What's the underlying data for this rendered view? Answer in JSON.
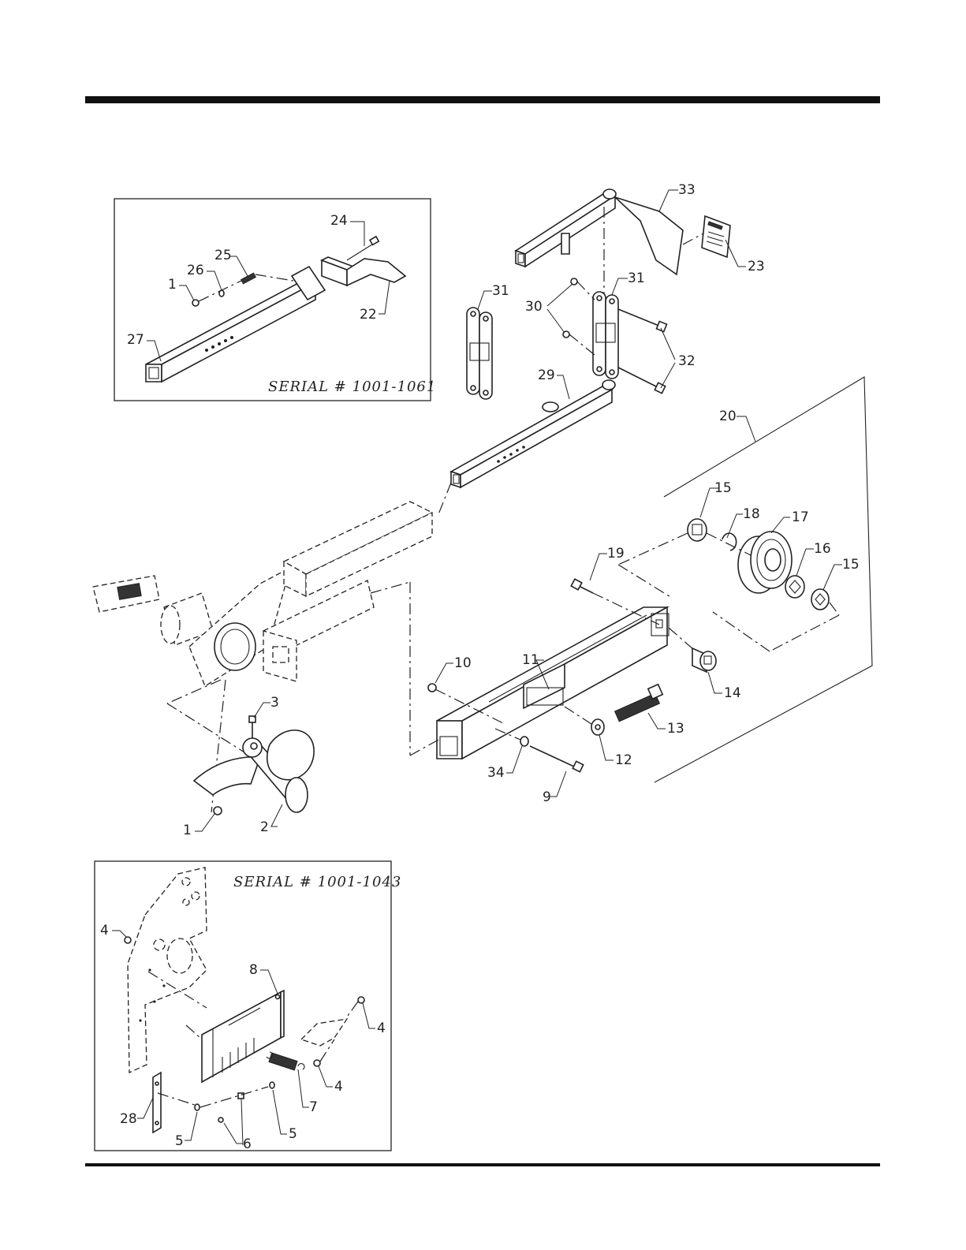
{
  "insets": {
    "upper": {
      "serial_text": "SERIAL # 1001-1061"
    },
    "lower": {
      "serial_text": "SERIAL # 1001-1043"
    }
  },
  "callouts": {
    "c1a": "1",
    "c1b": "1",
    "c2": "2",
    "c3": "3",
    "c4a": "4",
    "c4b": "4",
    "c4c": "4",
    "c5a": "5",
    "c5b": "5",
    "c6": "6",
    "c7": "7",
    "c8": "8",
    "c9": "9",
    "c10": "10",
    "c11": "11",
    "c12": "12",
    "c13": "13",
    "c14": "14",
    "c15a": "15",
    "c15b": "15",
    "c16": "16",
    "c17": "17",
    "c18": "18",
    "c19": "19",
    "c20": "20",
    "c22": "22",
    "c23": "23",
    "c24": "24",
    "c25": "25",
    "c26": "26",
    "c27": "27",
    "c28": "28",
    "c29": "29",
    "c30": "30",
    "c31a": "31",
    "c31b": "31",
    "c32": "32",
    "c33": "33",
    "c34": "34"
  }
}
